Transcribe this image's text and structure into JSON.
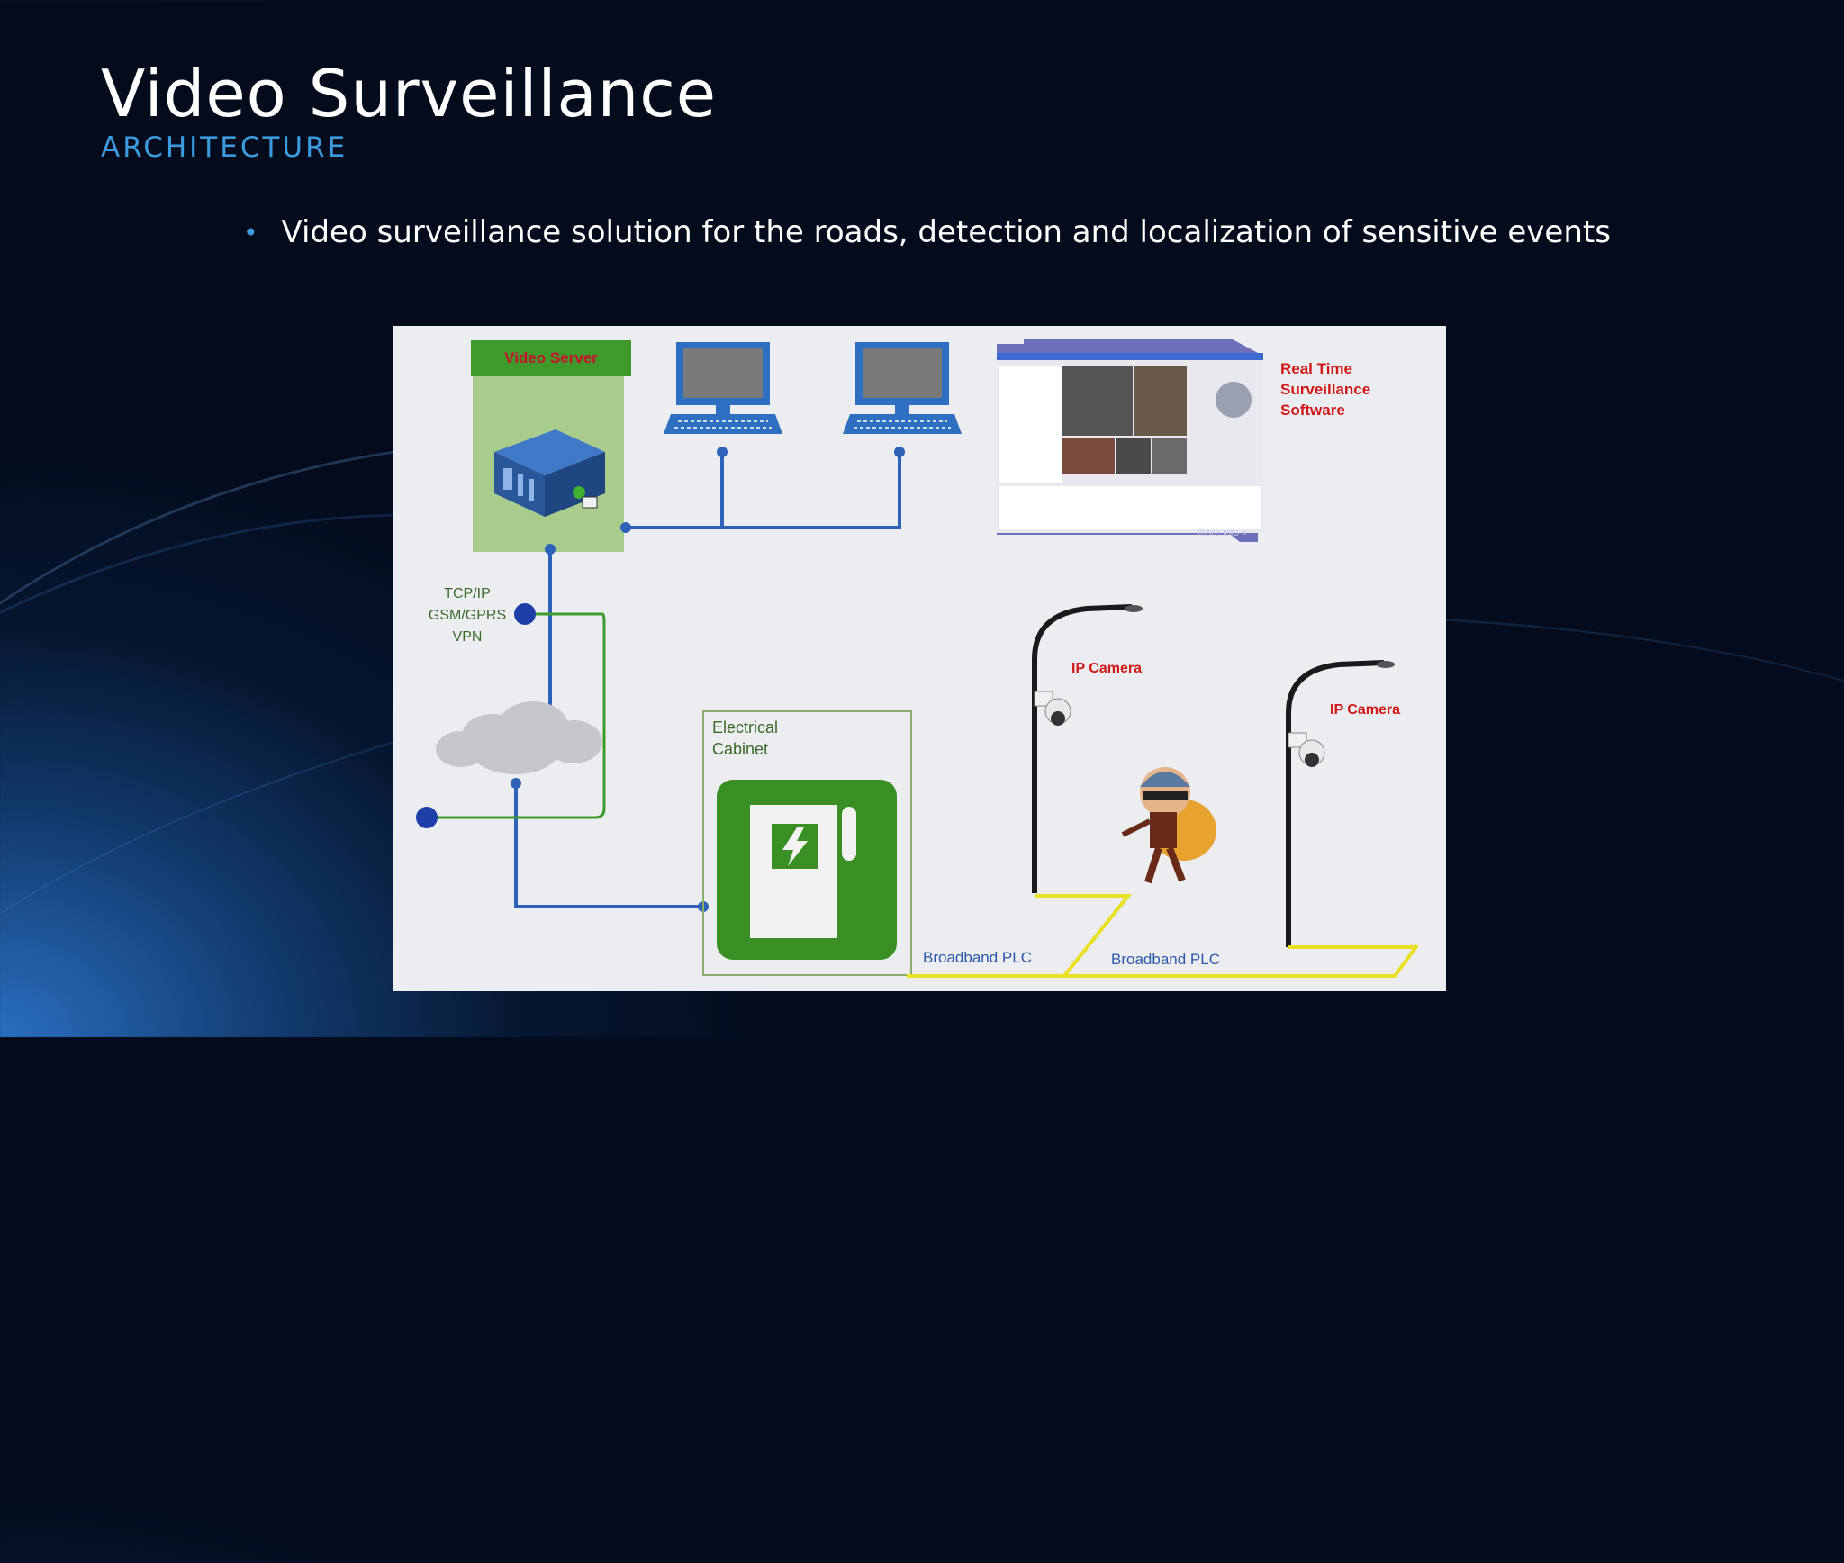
{
  "slide": {
    "title": "Video Surveillance",
    "subtitle": "ARCHITECTURE",
    "bullet": "Video surveillance solution for the roads, detection and localization of sensitive events"
  },
  "diagram": {
    "video_server_label": "Video Server",
    "realtime_label": [
      "Real Time",
      "Surveillance",
      "Software"
    ],
    "protocol_label": [
      "TCP/IP",
      "GSM/GPRS",
      "VPN"
    ],
    "cabinet_label": [
      "Electrical",
      "Cabinet"
    ],
    "camera_label_1": "IP Camera",
    "camera_label_2": "IP Camera",
    "plc_label_1": "Broadband PLC",
    "plc_label_2": "Broadband PLC",
    "more_info": "more info »"
  },
  "colors": {
    "accent": "#3c9be0",
    "network_line": "#2d62b8",
    "green_link": "#3a9a2a",
    "plc_line": "#e8e020",
    "label_red": "#d01818"
  }
}
